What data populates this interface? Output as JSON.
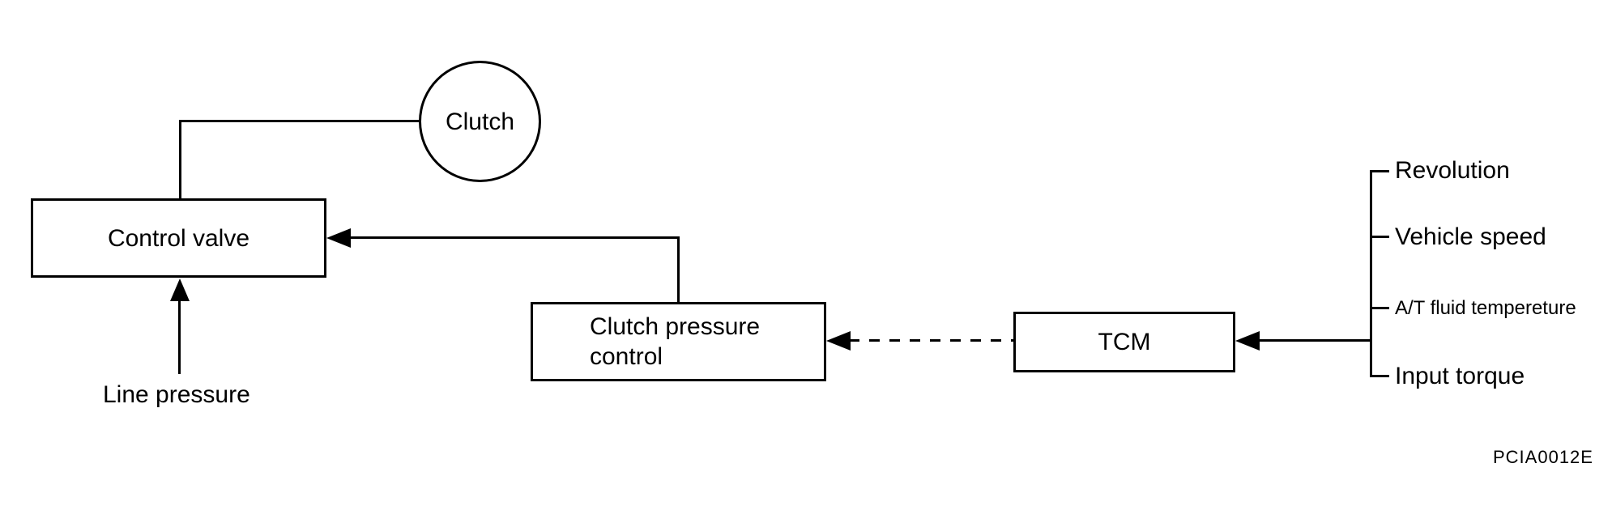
{
  "nodes": {
    "clutch": {
      "label": "Clutch"
    },
    "control_valve": {
      "label": "Control valve"
    },
    "clutch_pressure_control": {
      "lines": [
        "Clutch pressure",
        "control"
      ]
    },
    "tcm": {
      "label": "TCM"
    }
  },
  "annotations": {
    "line_pressure": "Line pressure",
    "figure_code": "PCIA0012E"
  },
  "inputs": [
    {
      "label": "Revolution"
    },
    {
      "label": "Vehicle speed"
    },
    {
      "label": "A/T fluid tempereture"
    },
    {
      "label": "Input torque"
    }
  ],
  "colors": {
    "line": "#000000",
    "background": "#ffffff",
    "text": "#000000"
  }
}
